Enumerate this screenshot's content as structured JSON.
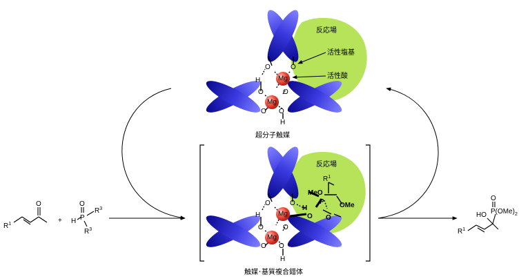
{
  "reaction_field_label": "反応場",
  "active_base_label": "活性塩基",
  "active_acid_label": "活性酸",
  "metal_label": "Mg",
  "oxygen_label": "O",
  "hydrogen_label": "H",
  "catalyst_caption": "超分子触媒",
  "complex_caption": "触媒･基質複合錯体",
  "enone": {
    "r1": "R",
    "r1_sup": "1",
    "carbonyl_o": "O"
  },
  "plus_sign": "+",
  "phosphorus_reagent": {
    "h": "H",
    "p": "P",
    "o": "O",
    "r3a": "R",
    "r3b": "R",
    "r3_sup": "3"
  },
  "bound_substrate": {
    "r1": "R",
    "r1_sup": "1",
    "meo": "MeO",
    "ome": "OMe",
    "p": "P",
    "o1": "O",
    "o2": "O",
    "h": "H"
  },
  "product": {
    "ho": "HO",
    "pome": "P(OMe)",
    "pome_sub": "2",
    "o": "O",
    "r1": "R",
    "r1_sup": "1"
  },
  "colors": {
    "ligand_dark": "#1010a0",
    "ligand_light": "#7070ff",
    "reaction_field": "#b6e35a",
    "mg_sphere": "#e8403a"
  }
}
